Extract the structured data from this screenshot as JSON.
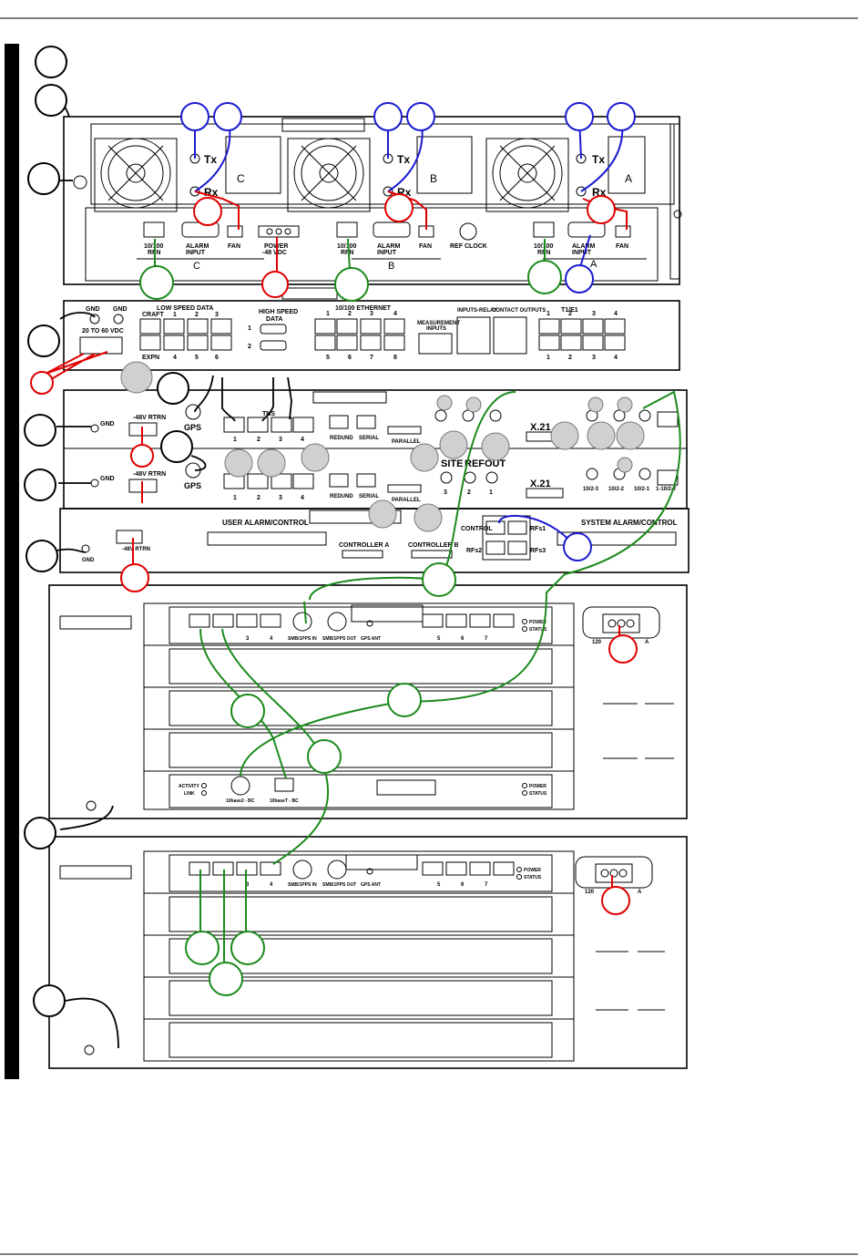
{
  "colors": {
    "green": "#1b8a1b",
    "red": "#e00000",
    "blue": "#1a1ad0",
    "black": "#000000",
    "panel_gray": "#d9d9d9"
  },
  "shelf1": {
    "tx": "Tx",
    "rx": "Rx",
    "sections": [
      "C",
      "B",
      "A"
    ],
    "port_10_100": "10/100",
    "port_rfn": "RFN",
    "alarm_input": "ALARM",
    "alarm_input2": "INPUT",
    "fan": "FAN",
    "power": "POWER",
    "power_v": "-48 VDC",
    "ref_clock": "REF CLOCK"
  },
  "shelf2": {
    "gnd": "GND",
    "volt": "20 TO 60 VDC",
    "low_speed_data": "LOW SPEED DATA",
    "craft": "CRAFT",
    "expn": "EXPN",
    "ls_top": [
      "1",
      "2",
      "3"
    ],
    "ls_bot": [
      "4",
      "5",
      "6"
    ],
    "high_speed": "HIGH SPEED",
    "data": "DATA",
    "hs_ports": [
      "1",
      "2"
    ],
    "ethernet": "10/100 ETHERNET",
    "eth_top": [
      "1",
      "2",
      "3",
      "4"
    ],
    "eth_bot": [
      "5",
      "6",
      "7",
      "8"
    ],
    "measurement": "MEASUREMENT",
    "inputs": "INPUTS",
    "inputs_relay": "INPUTS-RELAY",
    "contact_outputs": "CONTACT OUTPUTS",
    "t1e1": "T1/E1",
    "t1_top": [
      "1",
      "2",
      "3",
      "4"
    ],
    "t1_bot": [
      "1",
      "2",
      "3",
      "4"
    ]
  },
  "shelf3": {
    "rtrn": "-48V RTRN",
    "gps": "GPS",
    "tns": "TNS",
    "tns_ports": [
      "1",
      "2",
      "3",
      "4"
    ],
    "redund": "REDUND",
    "serial": "SERIAL",
    "parallel": "PARALLEL",
    "site": "SITE",
    "ref": "REF",
    "out": "OUT",
    "site_nums": [
      "3",
      "2",
      "1"
    ],
    "x21": "X.21",
    "bnc_labels": [
      "10/2-3",
      "10/2-2",
      "10/2-1",
      "1-10/2-T"
    ],
    "gnd": "GND"
  },
  "shelf4": {
    "rtrn": "-48V RTRN",
    "gnd": "GND",
    "user_alarm": "USER ALARM/CONTROL",
    "controller_a": "CONTROLLER A",
    "controller_b": "CONTROLLER B",
    "control": "CONTROL",
    "rfs": [
      "RFs1",
      "RFs2",
      "RFs3"
    ],
    "system_alarm": "SYSTEM ALARM/CONTROL"
  },
  "chassis1": {
    "port_nums_left": [
      "3",
      "4"
    ],
    "smb_in": "SMB/1PPS IN",
    "smb_out": "SMB/1PPS OUT",
    "gps_ant": "GPS ANT",
    "port_nums_right": [
      "5",
      "6",
      "7"
    ],
    "power": "POWER",
    "status": "STATUS",
    "activity": "ACTIVITY",
    "link": "LINK",
    "bnc_label": "10base2 - BC",
    "rj_label": "10baseT - BC",
    "psu_left": "120",
    "psu_right": "A"
  },
  "chassis2": {
    "port_nums_left": [
      "3",
      "4"
    ],
    "smb_in": "SMB/1PPS IN",
    "smb_out": "SMB/1PPS OUT",
    "gps_ant": "GPS ANT",
    "port_nums_right": [
      "5",
      "6",
      "7"
    ],
    "power": "POWER",
    "status": "STATUS",
    "psu_left": "120",
    "psu_right": "A"
  }
}
